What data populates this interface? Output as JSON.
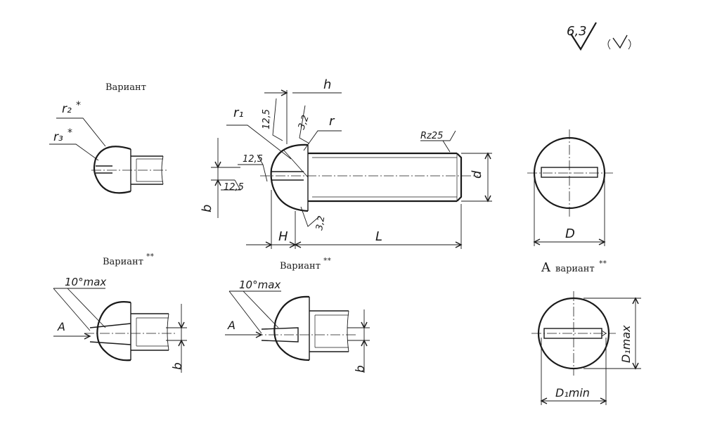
{
  "roughness": {
    "value": "6,3"
  },
  "views": {
    "variant_head": {
      "label": "Вариант",
      "r2": "r₂",
      "r3": "r₃",
      "star": "*"
    },
    "main": {
      "h": "h",
      "r1": "r₁",
      "r": "r",
      "ra_12_5_top": "12,5",
      "ra_3_2_top": "3,2",
      "ra_12_5_left": "12,5",
      "ra_12_5_low": "12,5",
      "ra_3_2_bottom": "3,2",
      "rz_label": "Rz25",
      "b": "b",
      "H": "H",
      "L": "L",
      "d": "d"
    },
    "end_view": {
      "D": "D"
    },
    "variant_a": {
      "label": "Вариант",
      "sup": "**",
      "angle": "10°max",
      "A": "A",
      "b": "b"
    },
    "variant_b": {
      "label": "Вариант",
      "sup": "**",
      "angle": "10°max",
      "A": "A",
      "b": "b"
    },
    "view_a": {
      "letter": "A",
      "label": "вариант",
      "sup": "**",
      "d1max": "D₁max",
      "d1min": "D₁min"
    }
  }
}
